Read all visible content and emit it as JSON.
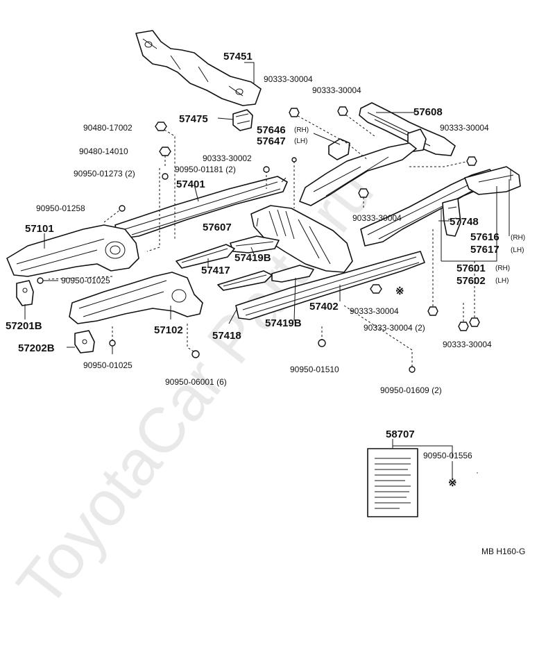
{
  "watermark": "ToyotaCar Parts.ru",
  "footer_code": "MB  H160-G",
  "special_mark": "※",
  "labels": {
    "p57451": "57451",
    "p57475": "57475",
    "p57646": "57646",
    "p57646_side": "(RH)",
    "p57647": "57647",
    "p57647_side": "(LH)",
    "p57608": "57608",
    "p57401": "57401",
    "p57101": "57101",
    "p57607": "57607",
    "p57417": "57417",
    "p57419b_upper": "57419B",
    "p57748": "57748",
    "p57616": "57616",
    "p57616_side": "(RH)",
    "p57617": "57617",
    "p57617_side": "(LH)",
    "p57601": "57601",
    "p57601_side": "(RH)",
    "p57602": "57602",
    "p57602_side": "(LH)",
    "p57201b": "57201B",
    "p57202b": "57202B",
    "p57102": "57102",
    "p57418": "57418",
    "p57419b_lower": "57419B",
    "p57402": "57402",
    "p58707": "58707",
    "b90333_30004_a": "90333-30004",
    "b90333_30004_b": "90333-30004",
    "b90333_30004_c": "90333-30004",
    "b90333_30004_d": "90333-30004",
    "b90333_30004_e": "90333-30004",
    "b90333_30004_f": "90333-30004 (2)",
    "b90333_30004_g": "90333-30004",
    "b90333_30002": "90333-30002",
    "b90480_17002": "90480-17002",
    "b90480_14010": "90480-14010",
    "b90950_01273": "90950-01273 (2)",
    "b90950_01181": "90950-01181 (2)",
    "b90950_01258": "90950-01258",
    "b90950_01025_a": "90950-01025",
    "b90950_01025_b": "90950-01025",
    "b90950_06001": "90950-06001 (6)",
    "b90950_01510": "90950-01510",
    "b90950_01609": "90950-01609 (2)",
    "b90950_01556": "90950-01556"
  }
}
